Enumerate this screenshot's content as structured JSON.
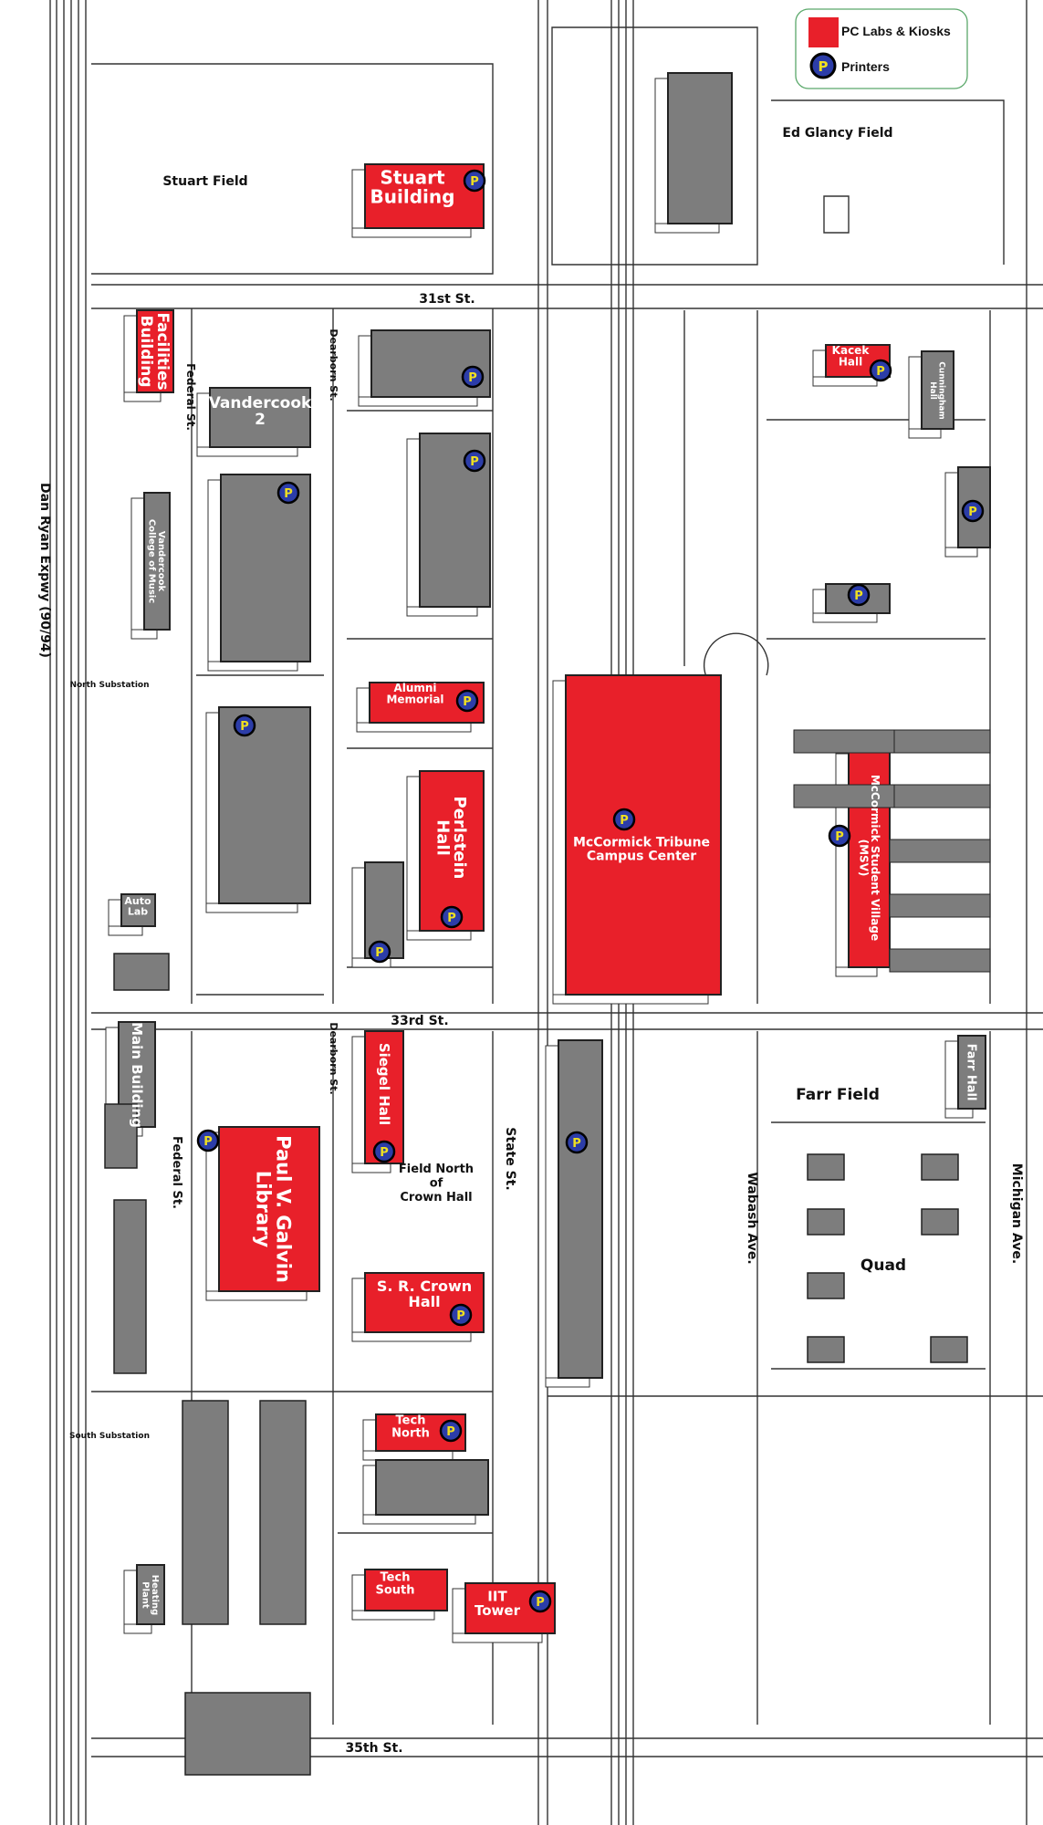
{
  "colors": {
    "pc_lab": "#e8202a",
    "building": "#7d7d7d",
    "printer_fill": "#2c3da8",
    "printer_letter": "#f0e020",
    "legend_border": "#5aa86a"
  },
  "legend": {
    "pc_labs": "PC Labs & Kiosks",
    "printers": "Printers",
    "printer_symbol": "P"
  },
  "streets": {
    "s31": "31st St.",
    "s33": "33rd St.",
    "s35": "35th St.",
    "dearborn1": "Dearborn St.",
    "dearborn2": "Dearborn St.",
    "federal1": "Federal St.",
    "federal2": "Federal St.",
    "state": "State St.",
    "wabash": "Wabash Ave.",
    "michigan": "Michigan Ave.",
    "expressway": "Dan Ryan Expwy (90/94)"
  },
  "places": {
    "stuart_field": "Stuart Field",
    "ed_glancy": "Ed Glancy Field",
    "farr_field": "Farr Field",
    "quad": "Quad",
    "field_north": "Field North\nof\nCrown Hall",
    "north_substation": "North Substation",
    "south_substation": "South Substation"
  },
  "buildings": [
    {
      "label": "Stuart\nBuilding",
      "pc_lab": true,
      "printer": true
    },
    {
      "label": "",
      "pc_lab": false,
      "printer": false
    },
    {
      "label": "Facilities\nBuilding",
      "pc_lab": true,
      "printer": false
    },
    {
      "label": "Vandercook\n2",
      "pc_lab": false,
      "printer": false
    },
    {
      "label": "",
      "pc_lab": false,
      "printer": true
    },
    {
      "label": "Vandercook\nCollege of Music",
      "pc_lab": false,
      "printer": false
    },
    {
      "label": "",
      "pc_lab": false,
      "printer": true
    },
    {
      "label": "",
      "pc_lab": false,
      "printer": true
    },
    {
      "label": "Alumni\nMemorial",
      "pc_lab": true,
      "printer": true
    },
    {
      "label": "",
      "pc_lab": false,
      "printer": true
    },
    {
      "label": "Perlstein\nHall",
      "pc_lab": true,
      "printer": true
    },
    {
      "label": "",
      "pc_lab": false,
      "printer": true
    },
    {
      "label": "McCormick Tribune\nCampus Center",
      "pc_lab": true,
      "printer": true
    },
    {
      "label": "Kacek\nHall",
      "pc_lab": true,
      "printer": true
    },
    {
      "label": "Cunningham\nHall",
      "pc_lab": false,
      "printer": false
    },
    {
      "label": "",
      "pc_lab": false,
      "printer": true
    },
    {
      "label": "",
      "pc_lab": false,
      "printer": true
    },
    {
      "label": "McCormick Student Village\n(MSV)",
      "pc_lab": true,
      "printer": true
    },
    {
      "label": "Auto\nLab",
      "pc_lab": false,
      "printer": false
    },
    {
      "label": "Main Building",
      "pc_lab": false,
      "printer": false
    },
    {
      "label": "Paul V. Galvin\nLibrary",
      "pc_lab": true,
      "printer": true
    },
    {
      "label": "Siegel Hall",
      "pc_lab": true,
      "printer": true
    },
    {
      "label": "S. R. Crown\nHall",
      "pc_lab": true,
      "printer": true
    },
    {
      "label": "Tech\nNorth",
      "pc_lab": true,
      "printer": true
    },
    {
      "label": "",
      "pc_lab": false,
      "printer": false
    },
    {
      "label": "Tech\nSouth",
      "pc_lab": true,
      "printer": false
    },
    {
      "label": "IIT\nTower",
      "pc_lab": true,
      "printer": true
    },
    {
      "label": "",
      "pc_lab": false,
      "printer": true
    },
    {
      "label": "Farr Hall",
      "pc_lab": false,
      "printer": false
    },
    {
      "label": "Heating\nPlant",
      "pc_lab": false,
      "printer": false
    }
  ]
}
